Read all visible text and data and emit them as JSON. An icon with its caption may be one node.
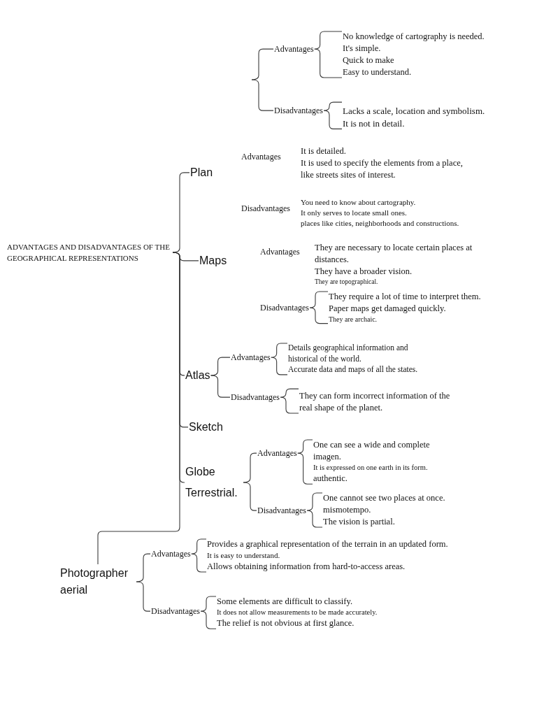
{
  "diagram": {
    "nodes": [
      {
        "text": [
          "ADVANTAGES AND DISADVANTAGES OF THE GEOGRAPHICAL REPRESENTATIONS"
        ]
      },
      {
        "text": [
          "Advantages"
        ]
      },
      {
        "text": [
          "No knowledge of cartography is needed.",
          "It's simple.",
          "Quick to make",
          "Easy to understand."
        ]
      },
      {
        "text": [
          "Disadvantages"
        ]
      },
      {
        "text": [
          "Lacks a scale, location and symbolism.",
          "It is not in detail."
        ]
      },
      {
        "text": [
          "Plan"
        ]
      },
      {
        "text": [
          "Advantages"
        ]
      },
      {
        "text": [
          "It is detailed.",
          "It is used to specify the elements from a place, like streets sites of interest."
        ]
      },
      {
        "text": [
          "Disadvantages"
        ]
      },
      {
        "text": [
          "You need to know about cartography.",
          "It only serves to locate small ones.",
          "places like cities, neighborhoods and constructions."
        ]
      },
      {
        "text": [
          "Maps"
        ]
      },
      {
        "text": [
          "Advantages"
        ]
      },
      {
        "text": [
          "They are necessary to locate certain places at distances.",
          "They have a broader vision.",
          "They are topographical."
        ]
      },
      {
        "text": [
          "Disadvantages"
        ]
      },
      {
        "text": [
          "They require a lot of time to interpret them.",
          "Paper maps get damaged quickly.",
          "They are archaic."
        ]
      },
      {
        "text": [
          "Atlas"
        ]
      },
      {
        "text": [
          "Advantages"
        ]
      },
      {
        "text": [
          "Details geographical information and historical of the world.",
          "Accurate data and maps of all the states."
        ]
      },
      {
        "text": [
          "Disadvantages"
        ]
      },
      {
        "text": [
          "They can form incorrect information of the real shape of the planet."
        ]
      },
      {
        "text": [
          "Sketch"
        ]
      },
      {
        "text": [
          "Globe Terrestrial."
        ]
      },
      {
        "text": [
          "Advantages"
        ]
      },
      {
        "text": [
          "One can see a wide and complete imagen.",
          "It is expressed on one earth in its form.",
          "authentic."
        ]
      },
      {
        "text": [
          "Disadvantages"
        ]
      },
      {
        "text": [
          "One cannot see two places at once.",
          "mismotempo.",
          "The vision is partial."
        ]
      },
      {
        "text": [
          "Photographer aerial"
        ]
      },
      {
        "text": [
          "Advantages"
        ]
      },
      {
        "text": [
          "Provides a graphical representation of the terrain in an updated form.",
          "It is easy to understand.",
          "Allows obtaining information from hard-to-access areas."
        ]
      },
      {
        "text": [
          "Disadvantages"
        ]
      },
      {
        "text": [
          "Some elements are difficult to classify.",
          "It does not allow measurements to be made accurately.",
          "The relief is not obvious at first glance."
        ]
      }
    ],
    "edges": [
      {
        "from": 0,
        "to": 5,
        "arrow": "none"
      },
      {
        "from": 0,
        "to": 10,
        "arrow": "none"
      },
      {
        "from": 0,
        "to": 15,
        "arrow": "none"
      },
      {
        "from": 0,
        "to": 20,
        "arrow": "none"
      },
      {
        "from": 0,
        "to": 21,
        "arrow": "none"
      },
      {
        "from": 0,
        "to": 26,
        "arrow": "none"
      },
      {
        "from": null,
        "to": 1,
        "arrow": "none"
      },
      {
        "from": null,
        "to": 3,
        "arrow": "none"
      },
      {
        "from": 1,
        "to": 2,
        "arrow": "none"
      },
      {
        "from": 3,
        "to": 4,
        "arrow": "none"
      },
      {
        "from": 13,
        "to": 14,
        "arrow": "none"
      },
      {
        "from": 15,
        "to": 16,
        "arrow": "none"
      },
      {
        "from": 15,
        "to": 18,
        "arrow": "none"
      },
      {
        "from": 16,
        "to": 17,
        "arrow": "none"
      },
      {
        "from": 18,
        "to": 19,
        "arrow": "none"
      },
      {
        "from": 21,
        "to": 22,
        "arrow": "none"
      },
      {
        "from": 21,
        "to": 24,
        "arrow": "none"
      },
      {
        "from": 22,
        "to": 23,
        "arrow": "none"
      },
      {
        "from": 24,
        "to": 25,
        "arrow": "none"
      },
      {
        "from": 26,
        "to": 27,
        "arrow": "none"
      },
      {
        "from": 26,
        "to": 29,
        "arrow": "none"
      },
      {
        "from": 27,
        "to": 28,
        "arrow": "none"
      },
      {
        "from": 29,
        "to": 30,
        "arrow": "none"
      }
    ]
  }
}
